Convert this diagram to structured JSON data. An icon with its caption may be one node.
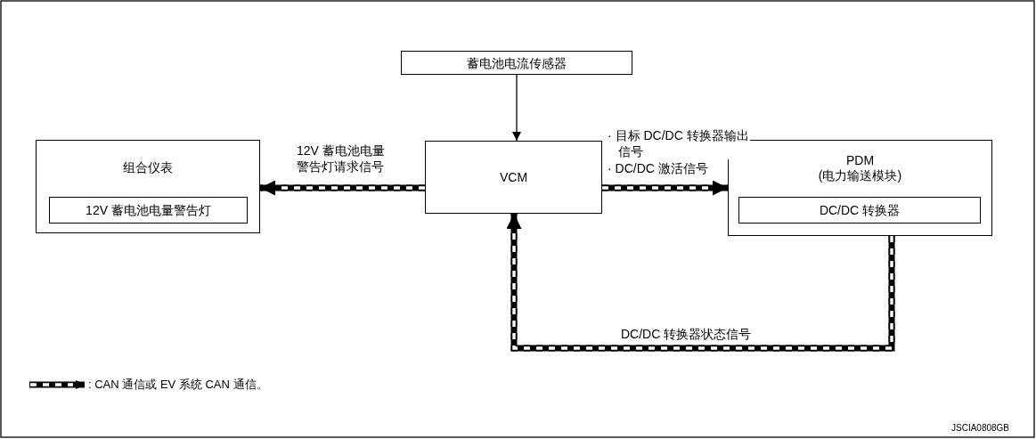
{
  "diagram": {
    "nodes": [
      {
        "text": [
          "蓄电池电流传感器"
        ]
      },
      {
        "text": [
          "组合仪表"
        ]
      },
      {
        "text": [
          "12V 蓄电池电量警告灯"
        ],
        "in": 1
      },
      {
        "text": [
          "VCM"
        ]
      },
      {
        "text": [
          "PDM (电力输送模块)"
        ]
      },
      {
        "text": [
          "DC/DC 转换器"
        ],
        "in": 4
      }
    ],
    "edges": [
      {
        "from": 0,
        "to": 3,
        "arrow": "to"
      },
      {
        "from": 3,
        "to": 1,
        "arrow": "to",
        "label": "12V 蓄电池电量警告灯请求信号",
        "style": "dashed"
      },
      {
        "from": 3,
        "to": 4,
        "arrow": "to",
        "label": "· 目标 DC/DC 转换器输出信号",
        "style": "dashed"
      },
      {
        "from": 4,
        "to": 3,
        "arrow": "to",
        "label": "DC/DC 转换器状态信号",
        "style": "dashed"
      }
    ],
    "labels": [
      "· DC/DC 激活信号",
      "JSCIA0808GB"
    ],
    "legend": [
      {
        "text": ": CAN 通信或 EV 系统 CAN 通信。"
      }
    ]
  }
}
